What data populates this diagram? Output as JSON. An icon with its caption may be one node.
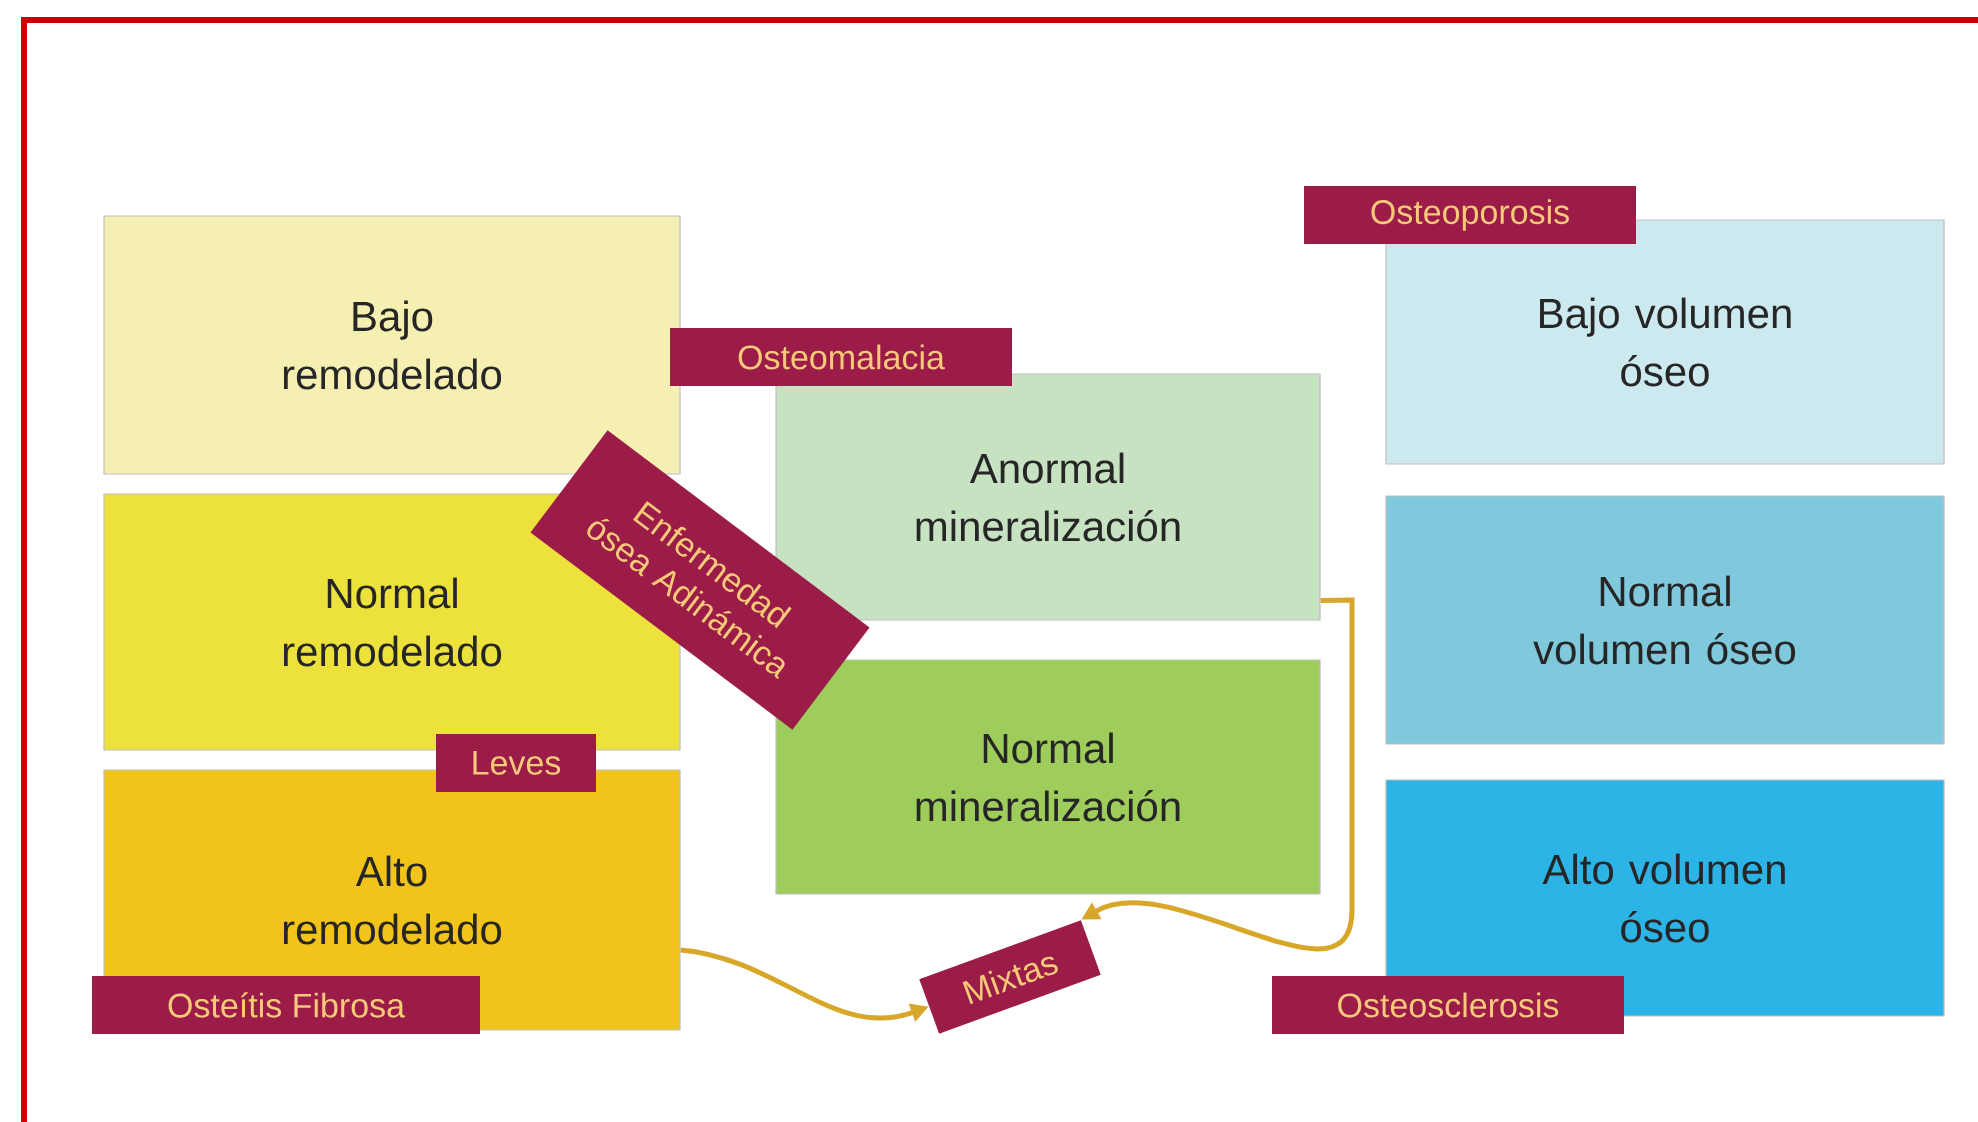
{
  "diagram": {
    "nodes": [
      {
        "text": [
          "Bajo remodelado"
        ]
      },
      {
        "text": [
          "Normal remodelado"
        ]
      },
      {
        "text": [
          "Alto remodelado"
        ]
      },
      {
        "text": [
          "Anormal mineralización"
        ]
      },
      {
        "text": [
          "Normal mineralización"
        ]
      },
      {
        "text": [
          "Bajo volumen óseo"
        ]
      },
      {
        "text": [
          "Normal volumen óseo"
        ]
      },
      {
        "text": [
          "Alto volumen óseo"
        ]
      },
      {
        "text": [
          "Osteoporosis"
        ]
      },
      {
        "text": [
          "Osteomalacia"
        ]
      },
      {
        "text": [
          "Enfermedad ósea Adinámica"
        ]
      },
      {
        "text": [
          "Leves"
        ]
      },
      {
        "text": [
          "Osteítis Fibrosa"
        ]
      },
      {
        "text": [
          "Mixtas"
        ]
      },
      {
        "text": [
          "Osteosclerosis"
        ]
      }
    ],
    "edges": [
      {
        "from": 2,
        "to": 13,
        "arrow": "to"
      },
      {
        "from": 3,
        "to": 13,
        "arrow": "to"
      }
    ]
  }
}
